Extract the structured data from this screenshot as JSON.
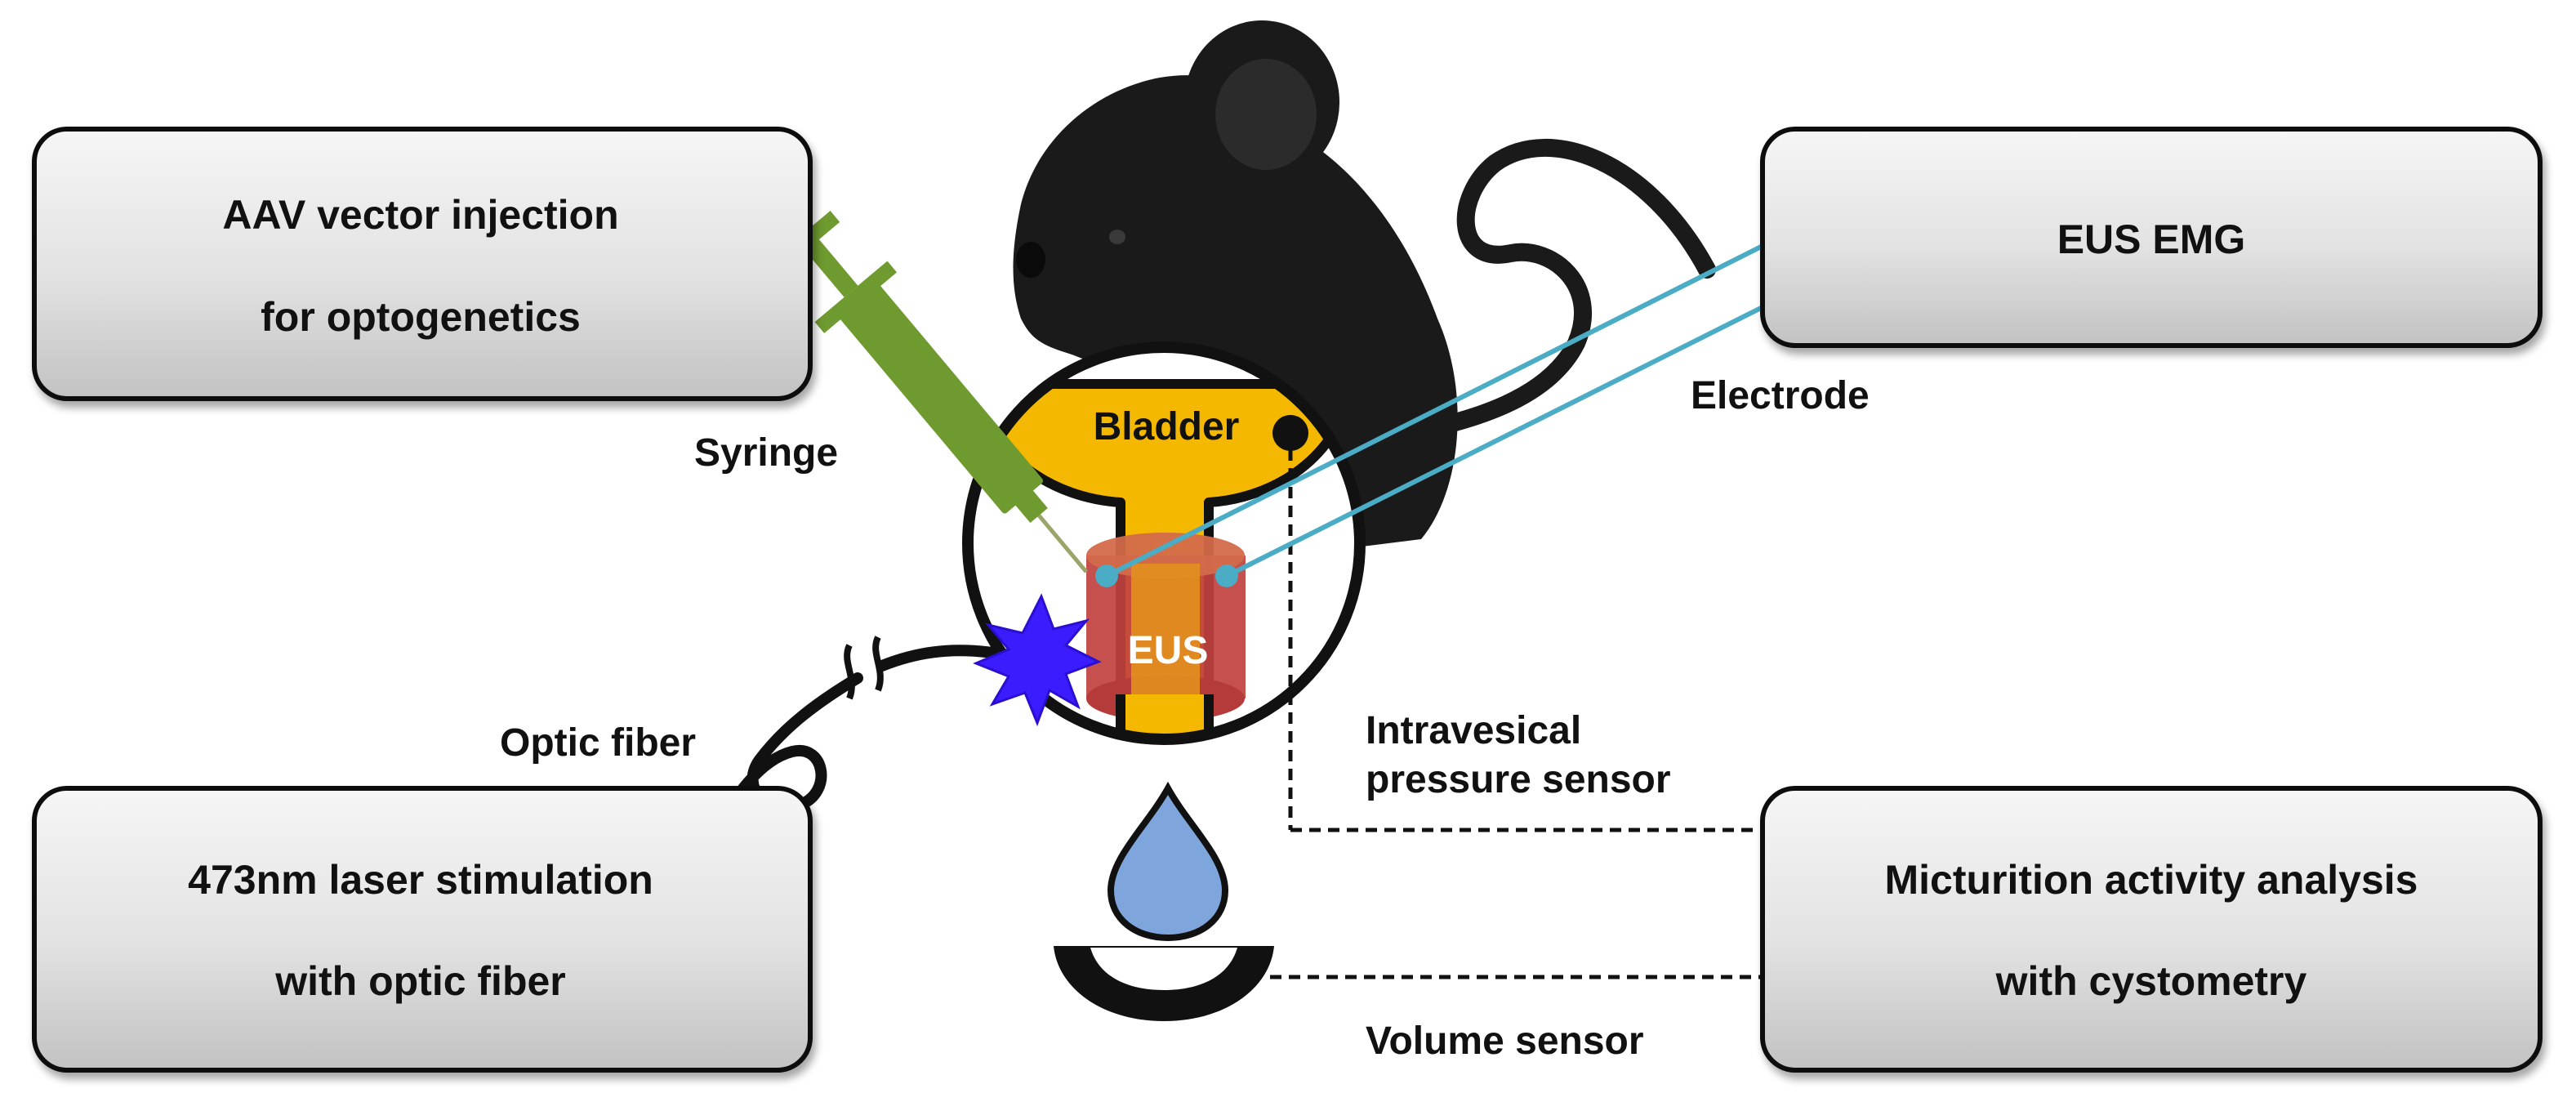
{
  "boxes": {
    "aav": {
      "line1": "AAV vector injection",
      "line2": "for optogenetics"
    },
    "emg": {
      "line1": "EUS EMG"
    },
    "laser": {
      "line1": "473nm laser stimulation",
      "line2": "with optic fiber"
    },
    "micturition": {
      "line1": "Micturition activity analysis",
      "line2": "with cystometry"
    }
  },
  "labels": {
    "syringe": "Syringe",
    "electrode": "Electrode",
    "optic_fiber": "Optic fiber",
    "pressure_line1": "Intravesical",
    "pressure_line2": "pressure sensor",
    "volume_sensor": "Volume sensor",
    "bladder": "Bladder",
    "eus": "EUS"
  },
  "icons": {
    "mouse": "mouse-silhouette-icon",
    "syringe": "syringe-icon",
    "laser_burst": "laser-burst-icon",
    "droplet": "urine-droplet-icon",
    "volume_sensor": "volume-sensor-dish-icon"
  },
  "colors": {
    "box_fill_top": "#f4f4f4",
    "box_fill_bottom": "#c6c6c6",
    "mouse": "#1a1a1a",
    "syringe": "#6f9a2f",
    "bladder": "#f5b800",
    "eus": "#c0413f",
    "electrode_wire": "#4bacc6",
    "laser": "#3a1cff",
    "droplet": "#7ea6dc"
  }
}
